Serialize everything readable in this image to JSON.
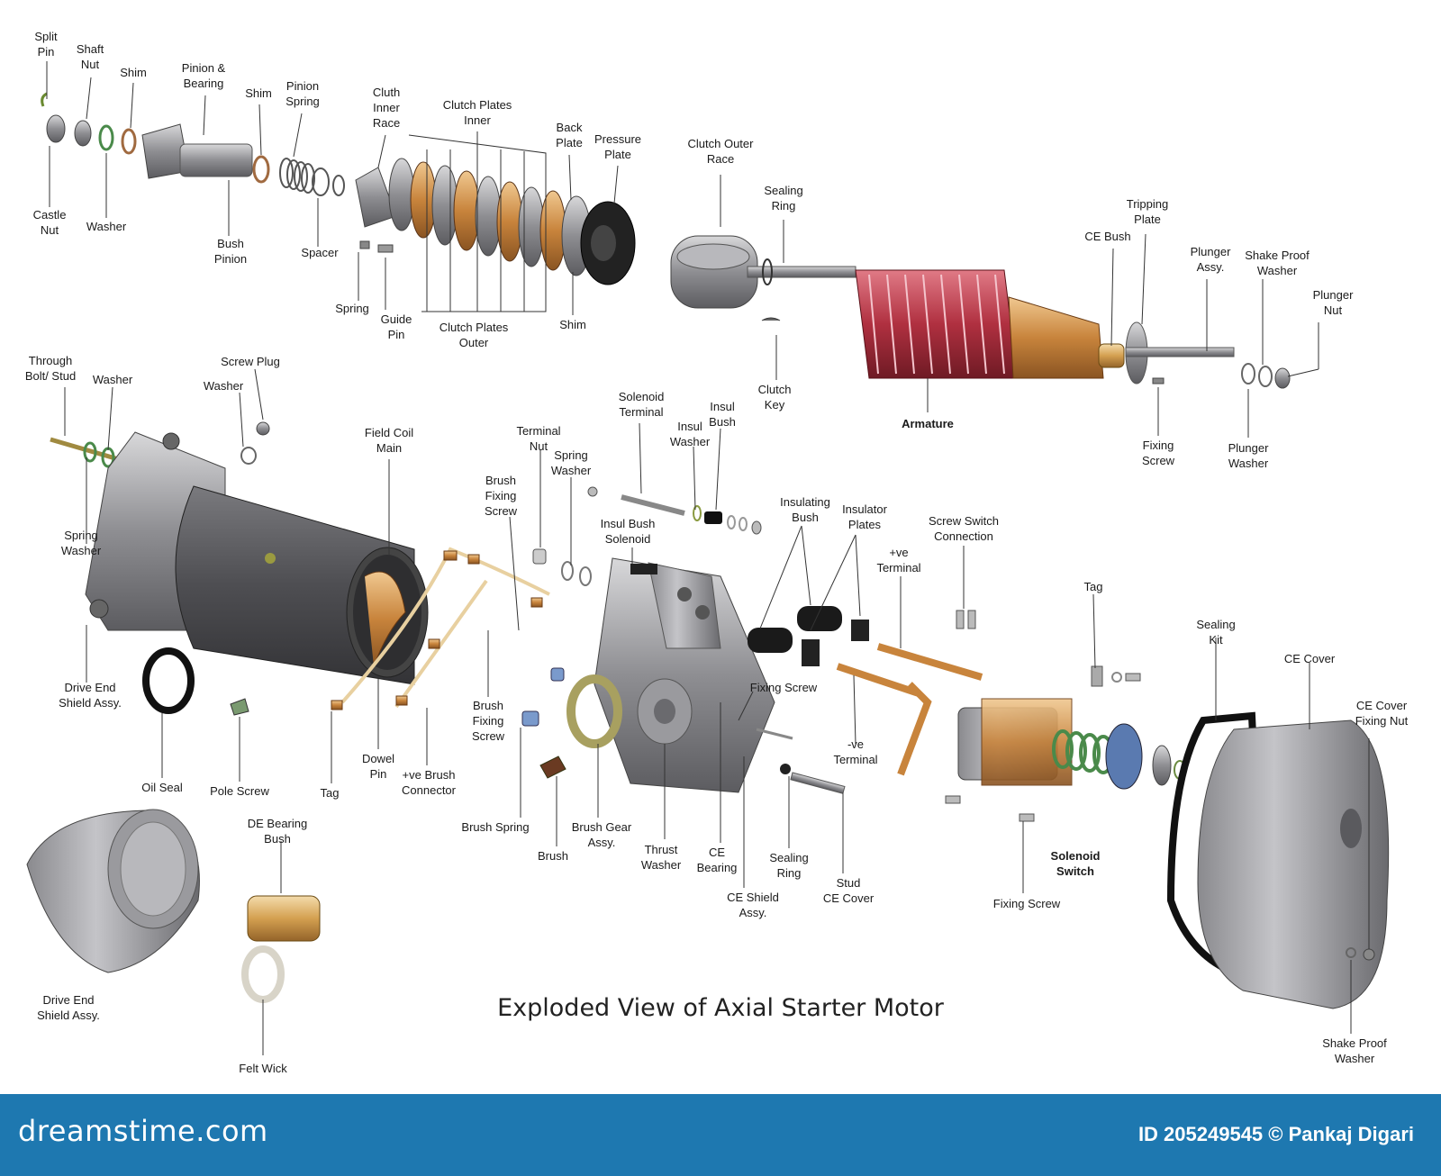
{
  "title": "Exploded View of Axial Starter Motor",
  "footer": {
    "brand": "dreamstime.com",
    "image_id": "ID 205249545 © Pankaj Digari"
  },
  "colors": {
    "footer_bg": "#1e78b0",
    "armature_red": "#b03040",
    "copper": "#c87840",
    "casing_gray": "#5a5a5c"
  },
  "labels": [
    {
      "key": "split-pin",
      "text": "Split\nPin"
    },
    {
      "key": "shaft-nut",
      "text": "Shaft\nNut"
    },
    {
      "key": "shim-1",
      "text": "Shim"
    },
    {
      "key": "pinion-bearing",
      "text": "Pinion &\nBearing"
    },
    {
      "key": "shim-2",
      "text": "Shim"
    },
    {
      "key": "pinion-spring",
      "text": "Pinion\nSpring"
    },
    {
      "key": "clutch-inner-race",
      "text": "Cluth\nInner\nRace"
    },
    {
      "key": "clutch-plates-inner",
      "text": "Clutch Plates\nInner"
    },
    {
      "key": "back-plate",
      "text": "Back\nPlate"
    },
    {
      "key": "pressure-plate",
      "text": "Pressure\nPlate"
    },
    {
      "key": "clutch-outer-race",
      "text": "Clutch Outer\nRace"
    },
    {
      "key": "sealing-ring-top",
      "text": "Sealing\nRing"
    },
    {
      "key": "tripping-plate",
      "text": "Tripping\nPlate"
    },
    {
      "key": "ce-bush",
      "text": "CE Bush"
    },
    {
      "key": "plunger-assy",
      "text": "Plunger\nAssy."
    },
    {
      "key": "shake-proof-washer-top",
      "text": "Shake Proof\nWasher"
    },
    {
      "key": "plunger-nut",
      "text": "Plunger\nNut"
    },
    {
      "key": "castle-nut",
      "text": "Castle\nNut"
    },
    {
      "key": "washer-top",
      "text": "Washer"
    },
    {
      "key": "bush-pinion",
      "text": "Bush\nPinion"
    },
    {
      "key": "spacer",
      "text": "Spacer"
    },
    {
      "key": "spring",
      "text": "Spring"
    },
    {
      "key": "guide-pin",
      "text": "Guide\nPin"
    },
    {
      "key": "clutch-plates-outer",
      "text": "Clutch Plates\nOuter"
    },
    {
      "key": "shim-3",
      "text": "Shim"
    },
    {
      "key": "clutch-key",
      "text": "Clutch\nKey"
    },
    {
      "key": "armature",
      "text": "Armature",
      "bold": true
    },
    {
      "key": "fixing-screw-top",
      "text": "Fixing\nScrew"
    },
    {
      "key": "plunger-washer",
      "text": "Plunger\nWasher"
    },
    {
      "key": "through-bolt",
      "text": "Through\nBolt/ Stud"
    },
    {
      "key": "washer-mid",
      "text": "Washer"
    },
    {
      "key": "screw-plug",
      "text": "Screw Plug"
    },
    {
      "key": "washer-plug",
      "text": "Washer"
    },
    {
      "key": "field-coil-main",
      "text": "Field Coil\nMain"
    },
    {
      "key": "solenoid-terminal",
      "text": "Solenoid\nTerminal"
    },
    {
      "key": "insul-bush",
      "text": "Insul\nBush"
    },
    {
      "key": "insul-washer",
      "text": "Insul\nWasher"
    },
    {
      "key": "terminal-nut",
      "text": "Terminal\nNut"
    },
    {
      "key": "spring-washer-mid",
      "text": "Spring\nWasher"
    },
    {
      "key": "brush-fixing-screw-top",
      "text": "Brush\nFixing\nScrew"
    },
    {
      "key": "insul-bush-solenoid",
      "text": "Insul Bush\nSolenoid"
    },
    {
      "key": "insulating-bush",
      "text": "Insulating\nBush"
    },
    {
      "key": "insulator-plates",
      "text": "Insulator\nPlates"
    },
    {
      "key": "screw-switch-connection",
      "text": "Screw Switch\nConnection"
    },
    {
      "key": "pos-terminal",
      "text": "+ve\nTerminal"
    },
    {
      "key": "tag-right",
      "text": "Tag"
    },
    {
      "key": "sealing-kit",
      "text": "Sealing\nKit"
    },
    {
      "key": "ce-cover",
      "text": "CE Cover"
    },
    {
      "key": "ce-cover-fixing-nut",
      "text": "CE Cover\nFixing Nut"
    },
    {
      "key": "spring-washer-left",
      "text": "Spring\nWasher"
    },
    {
      "key": "drive-end-shield-assy-top",
      "text": "Drive End\nShield Assy."
    },
    {
      "key": "fixing-screw-mid",
      "text": "Fixing Screw"
    },
    {
      "key": "brush-fixing-screw-bottom",
      "text": "Brush\nFixing\nScrew"
    },
    {
      "key": "neg-terminal",
      "text": "-ve\nTerminal"
    },
    {
      "key": "oil-seal",
      "text": "Oil Seal"
    },
    {
      "key": "pole-screw",
      "text": "Pole Screw"
    },
    {
      "key": "tag-left",
      "text": "Tag"
    },
    {
      "key": "dowel-pin",
      "text": "Dowel\nPin"
    },
    {
      "key": "pos-brush-connector",
      "text": "+ve Brush\nConnector"
    },
    {
      "key": "brush-spring",
      "text": "Brush Spring"
    },
    {
      "key": "brush-gear-assy",
      "text": "Brush Gear\nAssy."
    },
    {
      "key": "brush",
      "text": "Brush"
    },
    {
      "key": "thrust-washer",
      "text": "Thrust\nWasher"
    },
    {
      "key": "ce-bearing",
      "text": "CE\nBearing"
    },
    {
      "key": "ce-shield-assy",
      "text": "CE Shield\nAssy."
    },
    {
      "key": "sealing-ring-bottom",
      "text": "Sealing\nRing"
    },
    {
      "key": "stud-ce-cover",
      "text": "Stud\nCE Cover"
    },
    {
      "key": "solenoid-switch",
      "text": "Solenoid\nSwitch",
      "bold": true
    },
    {
      "key": "fixing-screw-bottom",
      "text": "Fixing Screw"
    },
    {
      "key": "de-bearing-bush",
      "text": "DE Bearing\nBush"
    },
    {
      "key": "drive-end-shield-assy-bottom",
      "text": "Drive End\nShield Assy."
    },
    {
      "key": "felt-wick",
      "text": "Felt Wick"
    },
    {
      "key": "shake-proof-washer-bottom",
      "text": "Shake Proof\nWasher"
    }
  ]
}
